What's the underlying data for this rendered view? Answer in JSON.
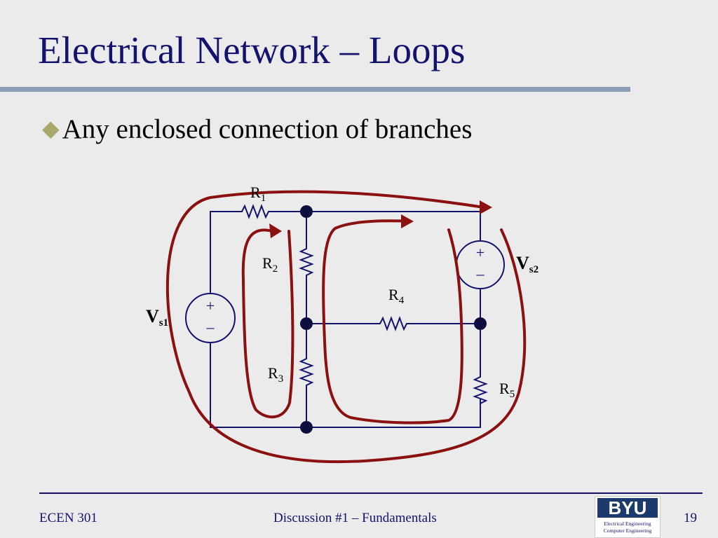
{
  "slide": {
    "title": "Electrical Network – Loops",
    "bullet": "Any enclosed connection of branches"
  },
  "circuit": {
    "components": [
      {
        "label": "R",
        "sub": "1"
      },
      {
        "label": "R",
        "sub": "2"
      },
      {
        "label": "R",
        "sub": "3"
      },
      {
        "label": "R",
        "sub": "4"
      },
      {
        "label": "R",
        "sub": "5"
      }
    ],
    "sources": [
      {
        "label": "V",
        "sub": "s1",
        "plus": "+",
        "minus": "–"
      },
      {
        "label": "V",
        "sub": "s2",
        "plus": "+",
        "minus": "–"
      }
    ],
    "colors": {
      "wire": "#13136e",
      "loop": "#8b1010",
      "node": "#13136e"
    }
  },
  "footer": {
    "course": "ECEN 301",
    "topic": "Discussion #1 – Fundamentals",
    "page": "19",
    "logo_word": "BYU",
    "logo_line1": "Electrical Engineering",
    "logo_line2": "Computer Engineering"
  }
}
